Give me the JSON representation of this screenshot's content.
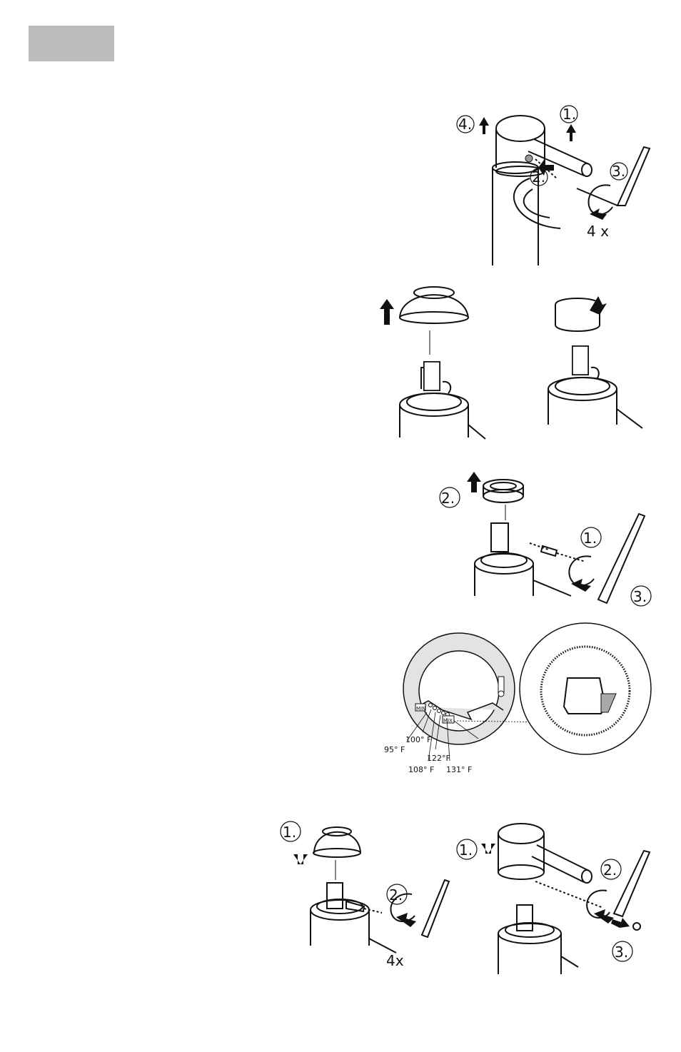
{
  "colors": {
    "header_tab": "#bcbcbc",
    "ink": "#111111",
    "dial_ring": "#e3e3e3",
    "highlight": "#a9a9a9"
  },
  "figure1": {
    "step1": "1.",
    "step2": "2.",
    "step3": "3.",
    "step4": "4.",
    "repeat": "4 x"
  },
  "figure3": {
    "step1": "1.",
    "step2": "2.",
    "step3": "3."
  },
  "figure4": {
    "temp_95": "95° F",
    "temp_100": "100° F",
    "temp_108": "108° F",
    "temp_122": "122°F",
    "temp_131": "131° F",
    "label_min": "MIN",
    "label_mix": "MIX"
  },
  "figure5": {
    "step1": "1.",
    "step2": "2.",
    "repeat": "4x"
  },
  "figure6": {
    "step1": "1.",
    "step2": "2.",
    "step3": "3."
  }
}
